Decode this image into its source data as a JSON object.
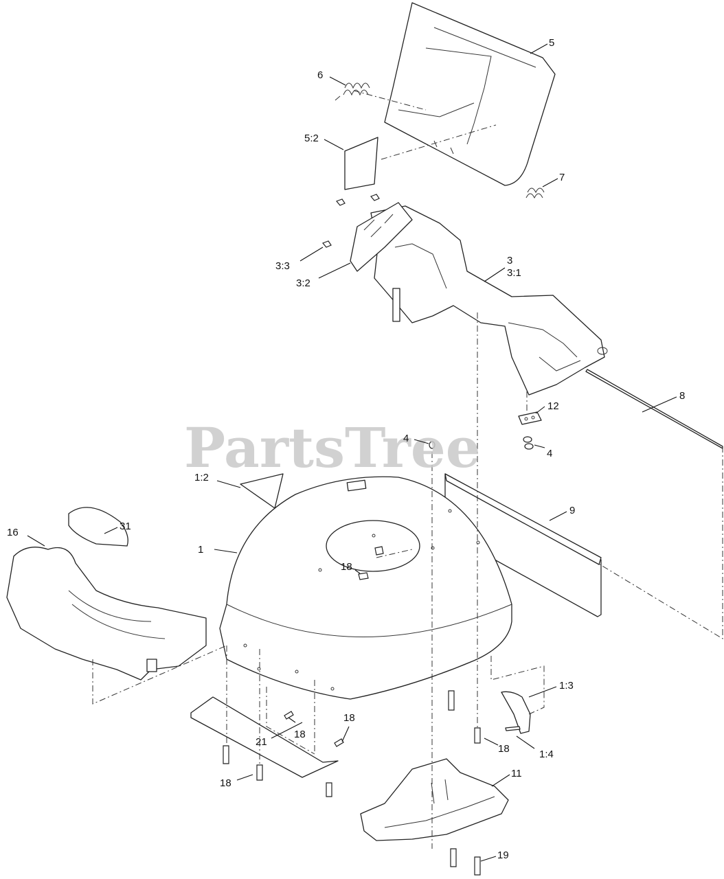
{
  "watermark": "PartsTree",
  "callouts": [
    {
      "id": "c5",
      "label": "5"
    },
    {
      "id": "c6",
      "label": "6"
    },
    {
      "id": "c5_2",
      "label": "5:2"
    },
    {
      "id": "c7",
      "label": "7"
    },
    {
      "id": "c3",
      "label": "3"
    },
    {
      "id": "c3_1",
      "label": "3:1"
    },
    {
      "id": "c3_3",
      "label": "3:3"
    },
    {
      "id": "c3_2",
      "label": "3:2"
    },
    {
      "id": "c8",
      "label": "8"
    },
    {
      "id": "c12",
      "label": "12"
    },
    {
      "id": "c4a",
      "label": "4"
    },
    {
      "id": "c4b",
      "label": "4"
    },
    {
      "id": "c1_2",
      "label": "1:2"
    },
    {
      "id": "c9",
      "label": "9"
    },
    {
      "id": "c16",
      "label": "16"
    },
    {
      "id": "c31",
      "label": "31"
    },
    {
      "id": "c1",
      "label": "1"
    },
    {
      "id": "c18a",
      "label": "18"
    },
    {
      "id": "c1_3",
      "label": "1:3"
    },
    {
      "id": "c18b",
      "label": "18"
    },
    {
      "id": "c18c",
      "label": "18"
    },
    {
      "id": "c18d",
      "label": "18"
    },
    {
      "id": "c1_4",
      "label": "1:4"
    },
    {
      "id": "c18e",
      "label": "18"
    },
    {
      "id": "c21",
      "label": "21"
    },
    {
      "id": "c11",
      "label": "11"
    },
    {
      "id": "c19",
      "label": "19"
    }
  ]
}
